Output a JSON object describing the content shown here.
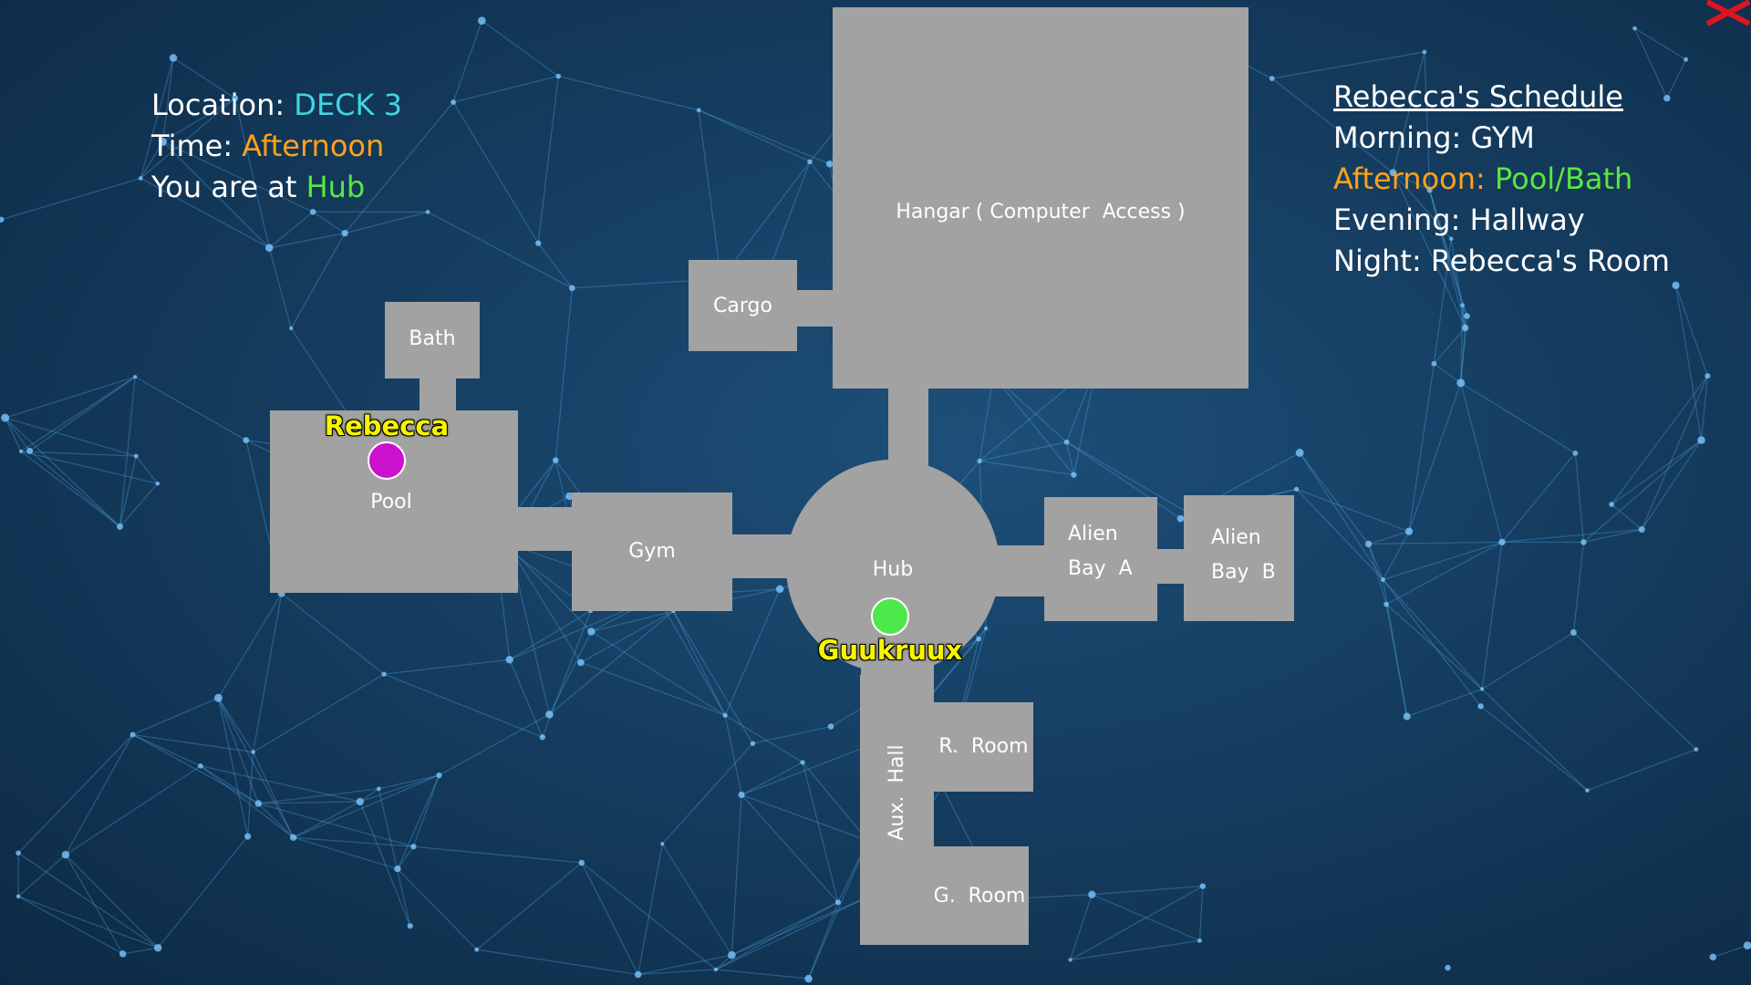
{
  "hud": {
    "location_label": "Location: ",
    "location_value": "DECK 3",
    "time_label": "Time: ",
    "time_value": "Afternoon",
    "position_label": "You are at ",
    "position_value": "Hub"
  },
  "schedule": {
    "title": "Rebecca's Schedule",
    "morning_label": "Morning: ",
    "morning_value": "GYM",
    "afternoon_label": "Afternoon: ",
    "afternoon_value": "Pool/Bath",
    "evening_label": "Evening: ",
    "evening_value": "Hallway",
    "night_label": "Night: ",
    "night_value": "Rebecca's Room"
  },
  "map": {
    "rooms": {
      "hangar": "Hangar ( Computer  Access )",
      "cargo": "Cargo",
      "bath": "Bath",
      "pool": "Pool",
      "gym": "Gym",
      "hub": "Hub",
      "alien_bay_a": "Alien\nBay  A",
      "alien_bay_b": "Alien\nBay  B",
      "r_room": "R.  Room",
      "g_room": "G.  Room",
      "aux_hall": "Aux.  Hall"
    },
    "characters": {
      "rebecca": "Rebecca",
      "guukruux": "Guukruux"
    }
  },
  "colors": {
    "location_value": "#3fd6e0",
    "time_value": "#ffa21a",
    "position_value": "#59e83f",
    "room_fill": "#a2a2a2",
    "rebecca_marker": "#cc11cc",
    "player_marker": "#4ce84c",
    "character_label": "#f6f500",
    "close_icon": "#e0141e"
  },
  "icons": {
    "close": "close-icon"
  }
}
